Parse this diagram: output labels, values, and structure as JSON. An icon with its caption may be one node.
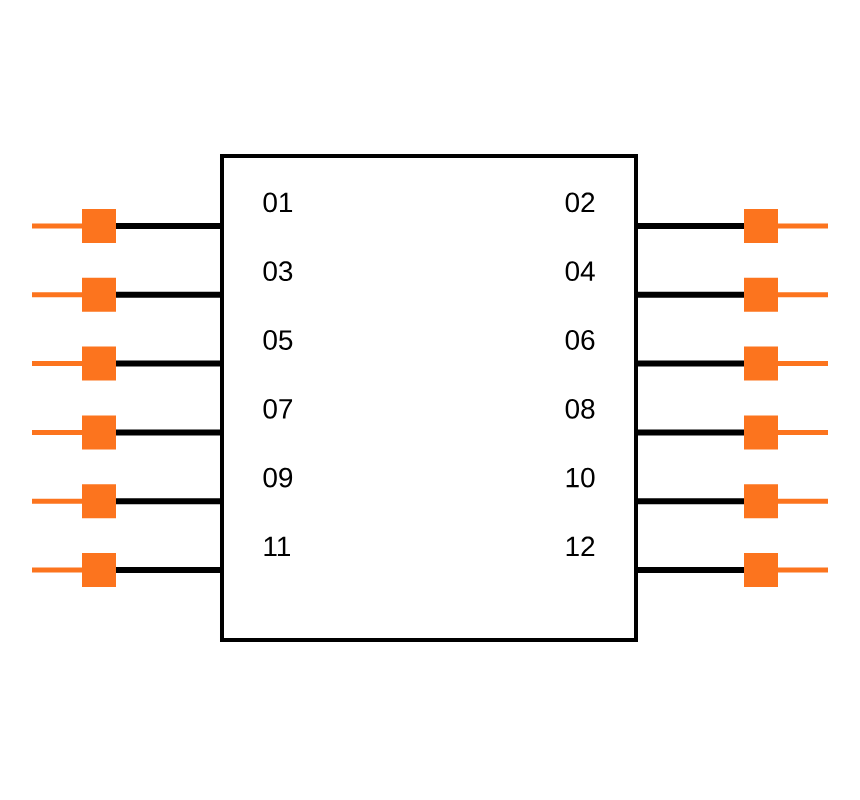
{
  "diagram": {
    "labels": [
      "01",
      "02",
      "03",
      "04",
      "05",
      "06",
      "07",
      "08",
      "09",
      "10",
      "11",
      "12"
    ]
  }
}
